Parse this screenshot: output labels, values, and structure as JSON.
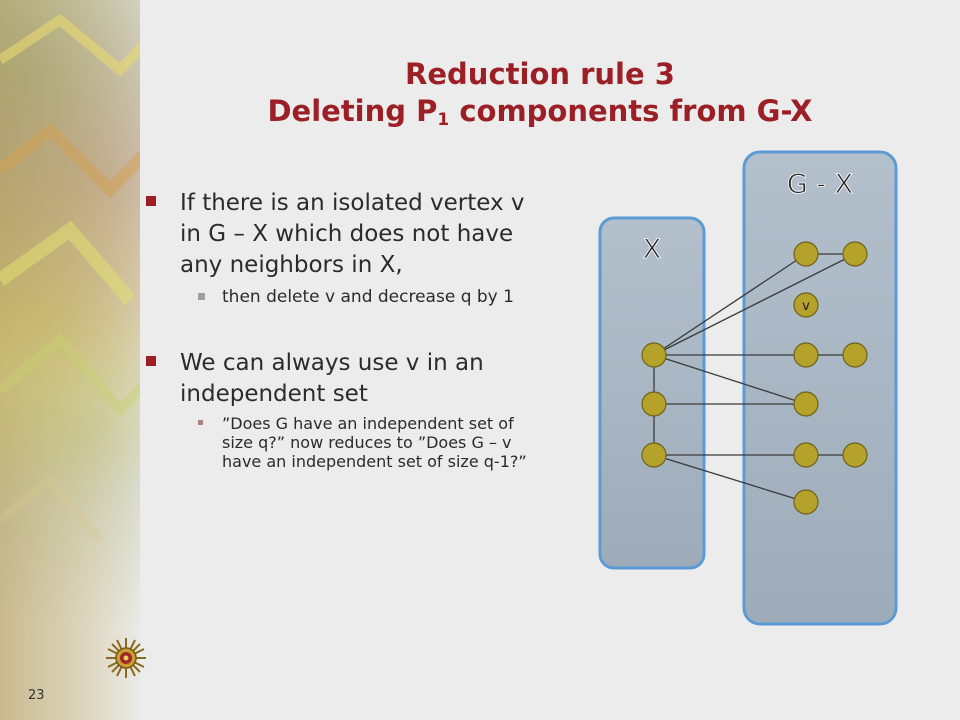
{
  "slide": {
    "title_line1": "Reduction rule 3",
    "title_line2_prefix": "Deleting P",
    "title_line2_sub": "1",
    "title_line2_suffix": " components from G-X",
    "page_number": "23"
  },
  "bullets": [
    {
      "text": "If there is an isolated vertex v in G – X which does not have any neighbors in X,",
      "sub": [
        "then delete v and decrease q by 1"
      ]
    },
    {
      "text": "We can always use v in an independent set",
      "sub": [
        "”Does G have an independent set of size q?” now reduces to ”Does G – v have an independent set of size q-1?”"
      ]
    }
  ],
  "diagram": {
    "set_x_label": "X",
    "set_gx_label": "G - X",
    "vertex_label": "v",
    "colors": {
      "panel_fill": "#a8b6c4",
      "panel_border": "#5b9bd5",
      "vertex_fill": "#b5a22a",
      "edge": "#3a3a3a",
      "title": "#9c1f25"
    }
  }
}
